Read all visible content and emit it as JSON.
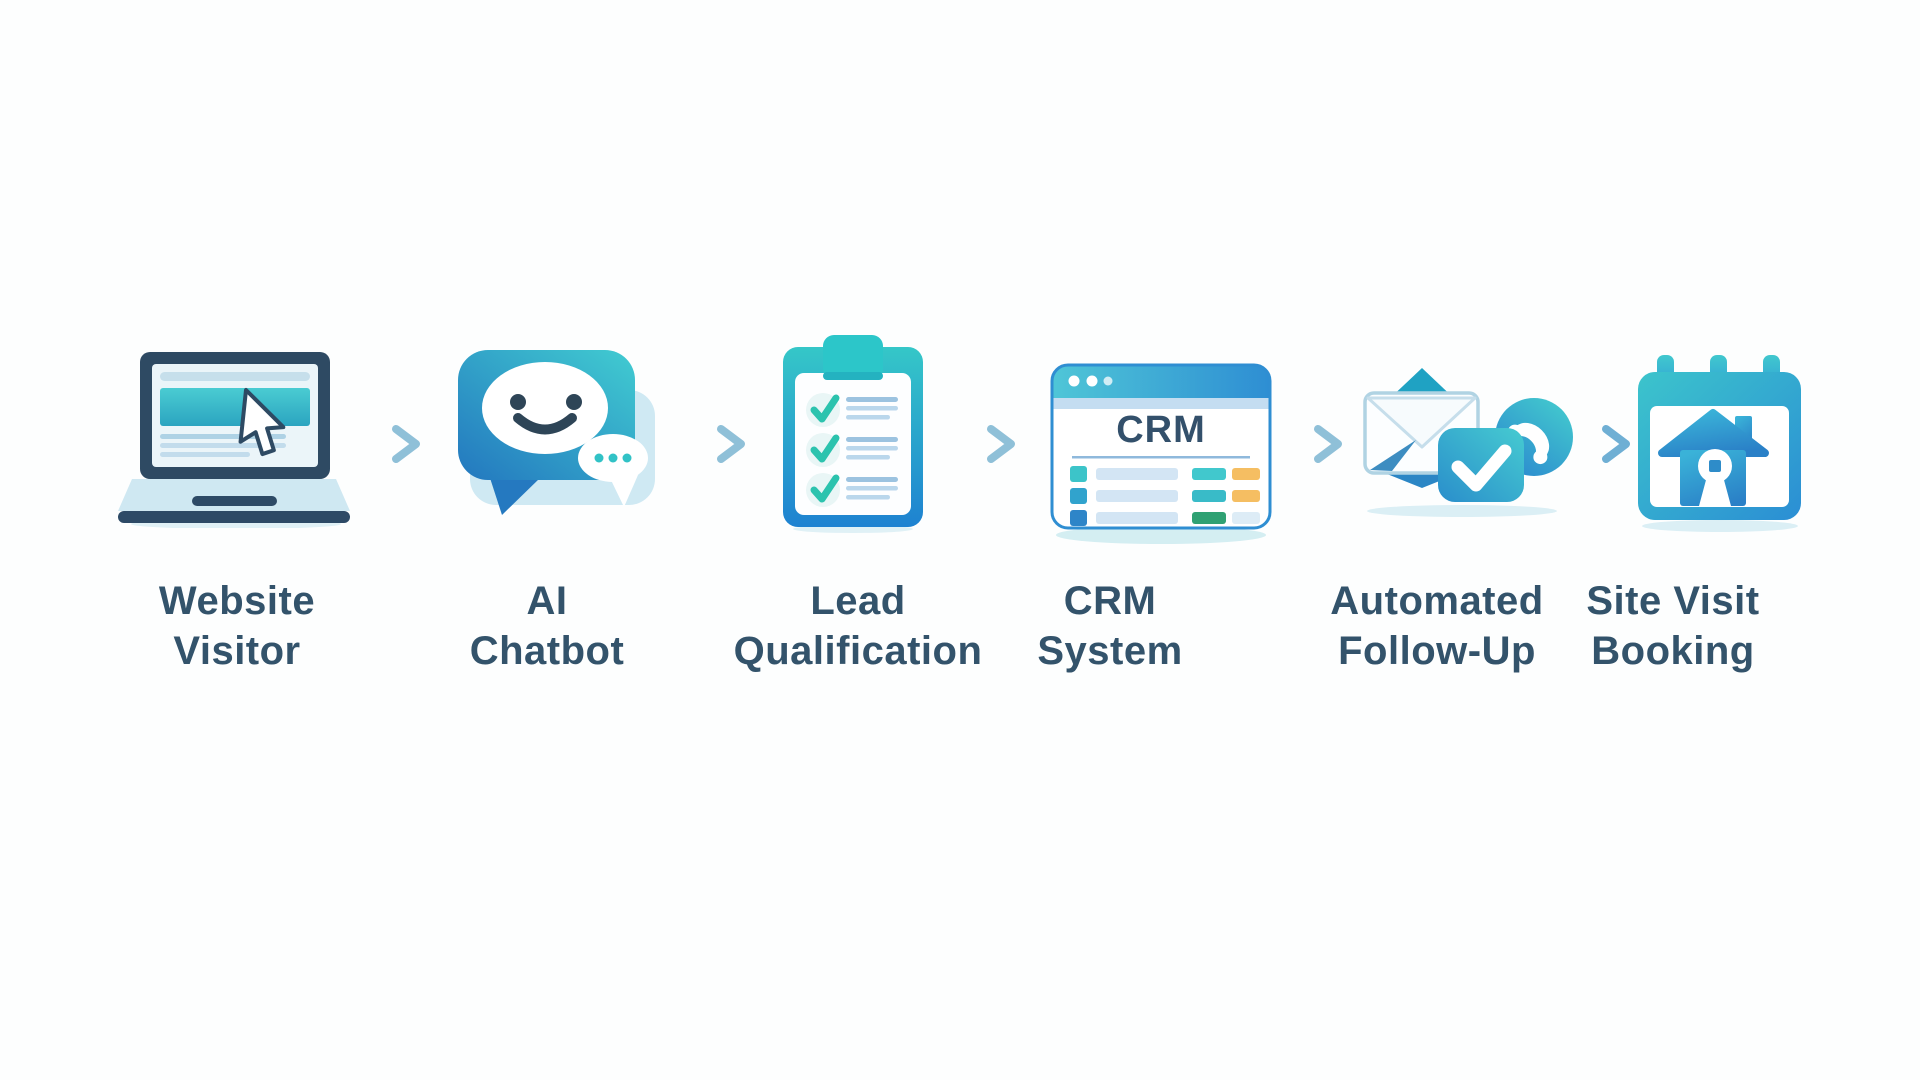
{
  "flow": {
    "steps": [
      {
        "id": "website-visitor",
        "icon": "laptop-cursor-icon",
        "label_lines": [
          "Website",
          "Visitor"
        ]
      },
      {
        "id": "ai-chatbot",
        "icon": "chat-bubble-smiley-icon",
        "label_lines": [
          "AI",
          "Chatbot"
        ]
      },
      {
        "id": "lead-qualification",
        "icon": "clipboard-checklist-icon",
        "label_lines": [
          "Lead",
          "Qualification"
        ]
      },
      {
        "id": "crm-system",
        "icon": "crm-browser-window-icon",
        "label_lines": [
          "CRM",
          "System"
        ],
        "window_title": "CRM"
      },
      {
        "id": "automated-follow-up",
        "icon": "envelope-check-phone-icon",
        "label_lines": [
          "Automated",
          "Follow-Up"
        ]
      },
      {
        "id": "site-visit-booking",
        "icon": "calendar-house-icon",
        "label_lines": [
          "Site Visit",
          "Booking"
        ]
      }
    ],
    "connectors": {
      "count": 5,
      "style": "arrow-right",
      "color": "#8fc0d8"
    },
    "colors": {
      "background": "#fdfefe",
      "label_text": "#33536b",
      "teal": "#3cc7cd",
      "blue": "#2484cb",
      "navy": "#2e4a63",
      "light_blue": "#cfe6f2",
      "green": "#2fa173",
      "orange": "#f5be62"
    }
  }
}
